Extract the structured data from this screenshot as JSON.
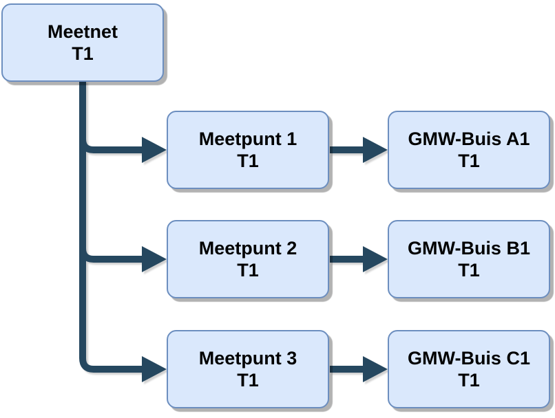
{
  "diagram": {
    "type": "tree",
    "background_color": "#ffffff",
    "node_fill_color": "#dae8fc",
    "node_border_color": "#6c8ebf",
    "arrow_color": "#25475f",
    "text_color": "#000000",
    "nodes": {
      "meetnet": {
        "title": "Meetnet",
        "subtitle": "T1"
      },
      "meetpunt1": {
        "title": "Meetpunt 1",
        "subtitle": "T1"
      },
      "meetpunt2": {
        "title": "Meetpunt 2",
        "subtitle": "T1"
      },
      "meetpunt3": {
        "title": "Meetpunt 3",
        "subtitle": "T1"
      },
      "gmw_a1": {
        "title": "GMW-Buis A1",
        "subtitle": "T1"
      },
      "gmw_b1": {
        "title": "GMW-Buis B1",
        "subtitle": "T1"
      },
      "gmw_c1": {
        "title": "GMW-Buis C1",
        "subtitle": "T1"
      }
    },
    "edges": [
      {
        "from": "Meetnet T1",
        "to": "Meetpunt 1 T1"
      },
      {
        "from": "Meetnet T1",
        "to": "Meetpunt 2 T1"
      },
      {
        "from": "Meetnet T1",
        "to": "Meetpunt 3 T1"
      },
      {
        "from": "Meetpunt 1 T1",
        "to": "GMW-Buis A1 T1"
      },
      {
        "from": "Meetpunt 2 T1",
        "to": "GMW-Buis B1 T1"
      },
      {
        "from": "Meetpunt 3 T1",
        "to": "GMW-Buis C1 T1"
      }
    ]
  }
}
